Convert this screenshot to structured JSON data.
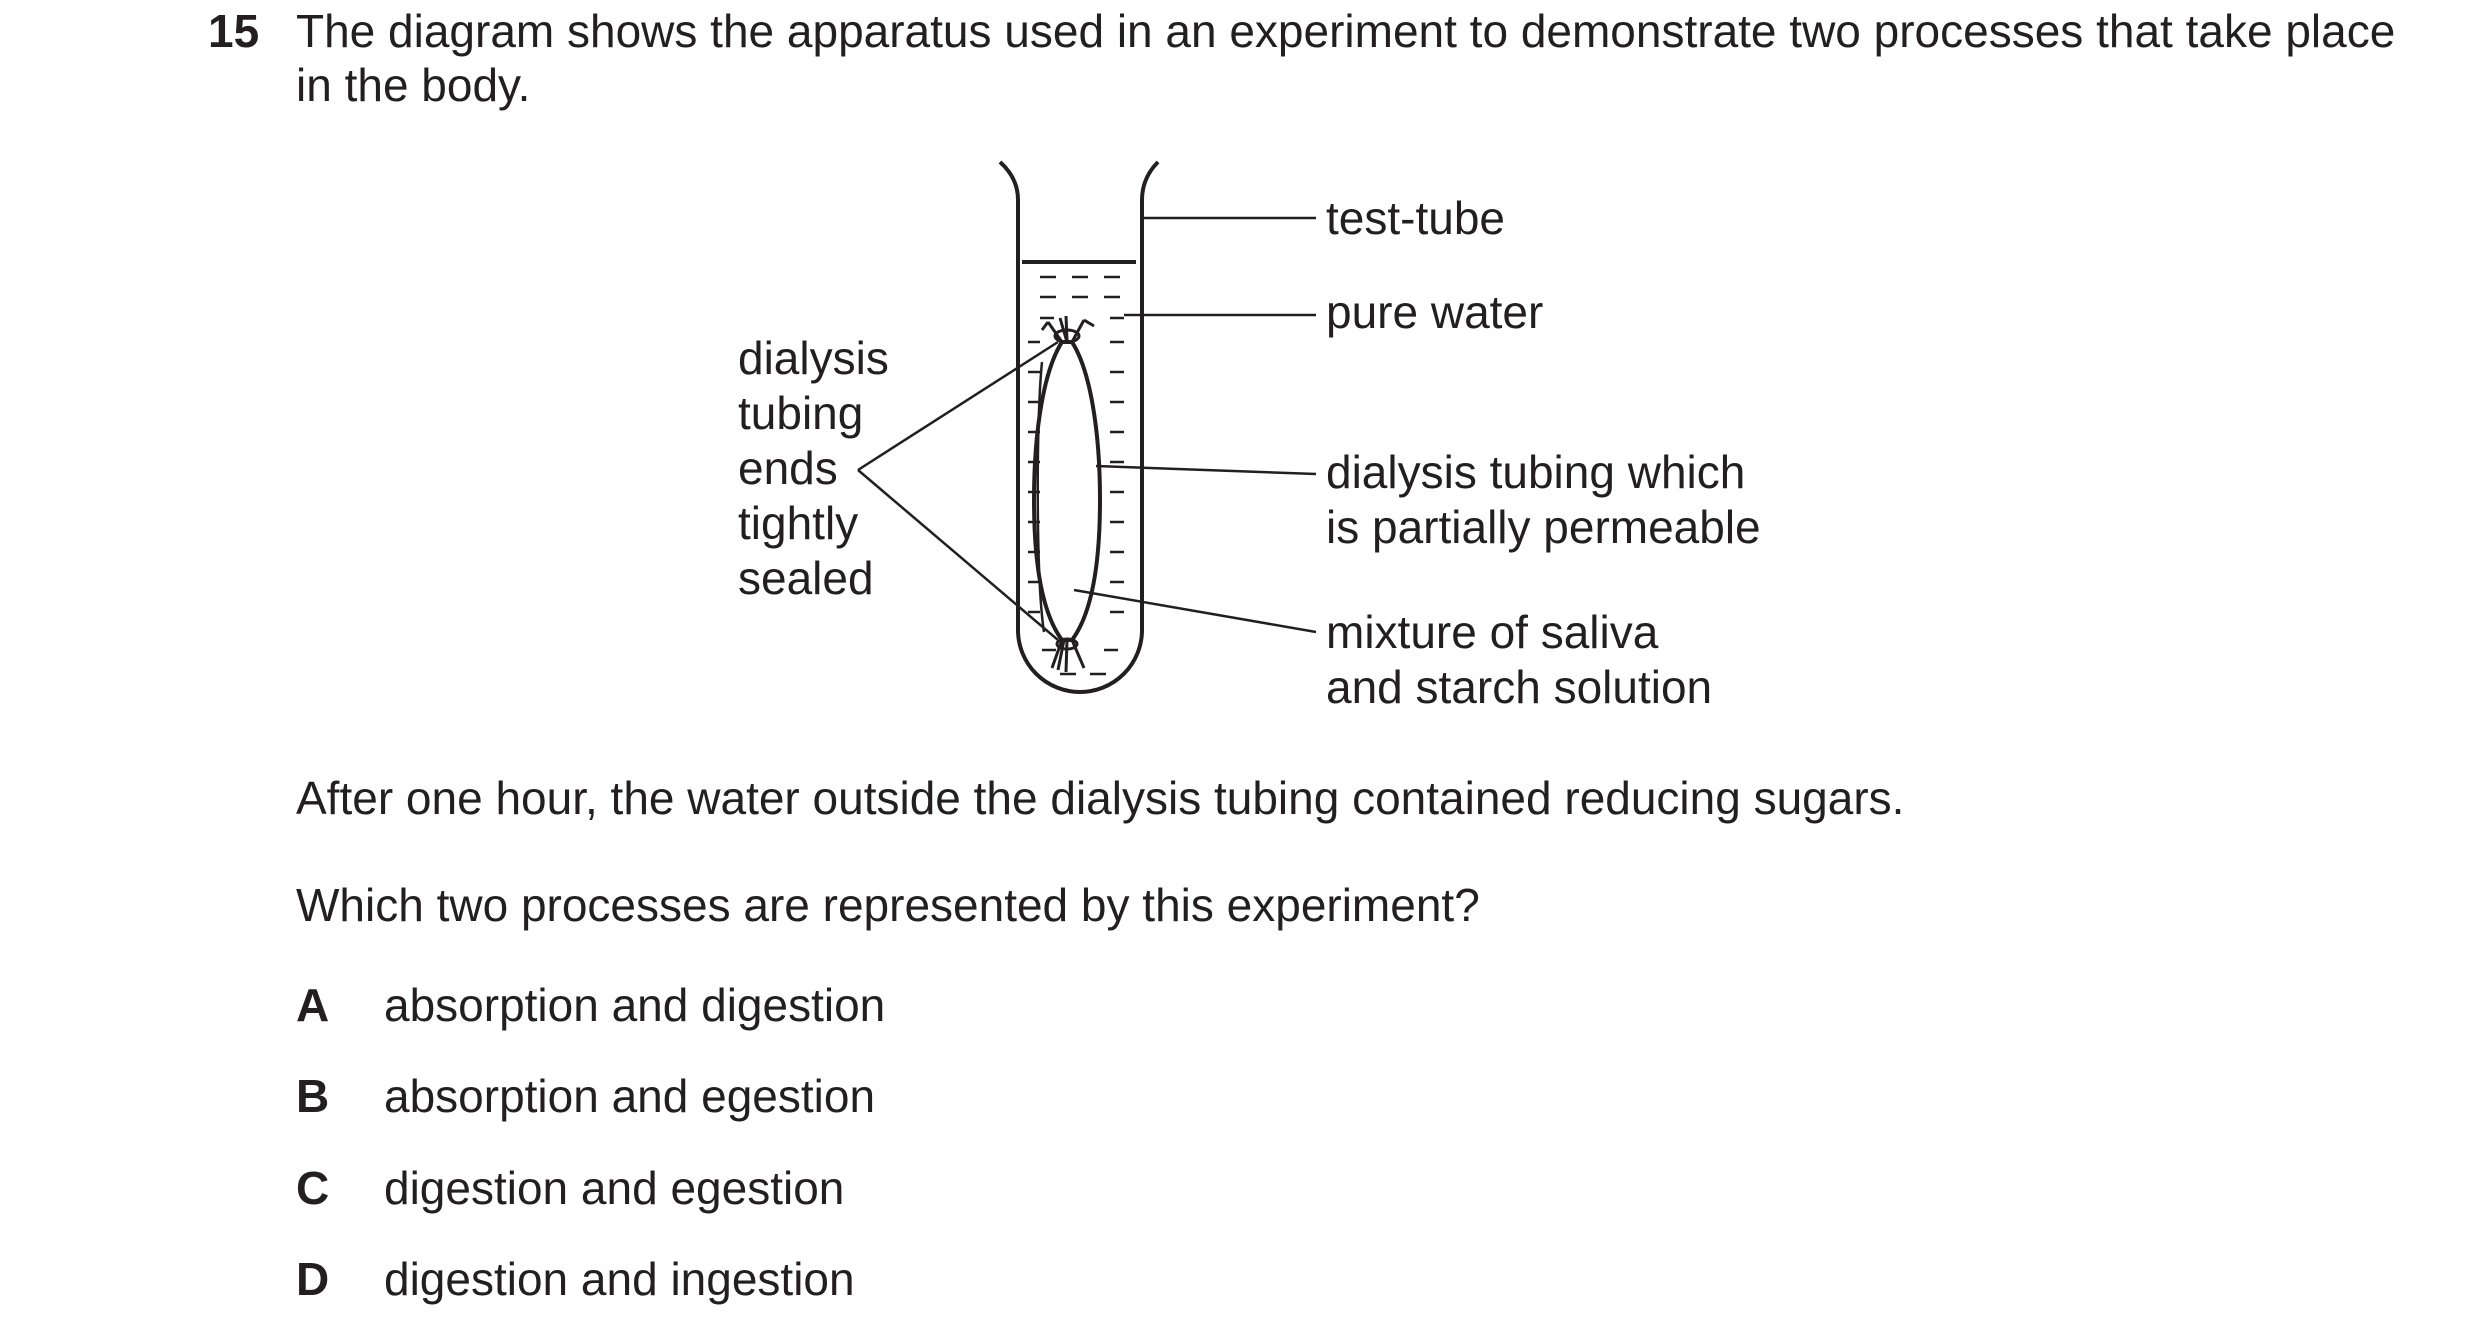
{
  "question": {
    "number": "15",
    "stem": "The diagram shows the apparatus used in an experiment to demonstrate two processes that take place in the body."
  },
  "diagram": {
    "labels": {
      "test_tube": "test-tube",
      "pure_water": "pure water",
      "dialysis_ends": [
        "dialysis",
        "tubing",
        "ends",
        "tightly",
        "sealed"
      ],
      "dialysis_tubing": [
        "dialysis tubing which",
        "is partially permeable"
      ],
      "mixture": [
        "mixture of saliva",
        "and starch solution"
      ]
    }
  },
  "observation": "After one hour, the water outside the dialysis tubing contained reducing sugars.",
  "prompt": "Which two processes are represented by this experiment?",
  "options": [
    {
      "letter": "A",
      "text": "absorption and digestion"
    },
    {
      "letter": "B",
      "text": "absorption and egestion"
    },
    {
      "letter": "C",
      "text": "digestion and egestion"
    },
    {
      "letter": "D",
      "text": "digestion and ingestion"
    }
  ]
}
